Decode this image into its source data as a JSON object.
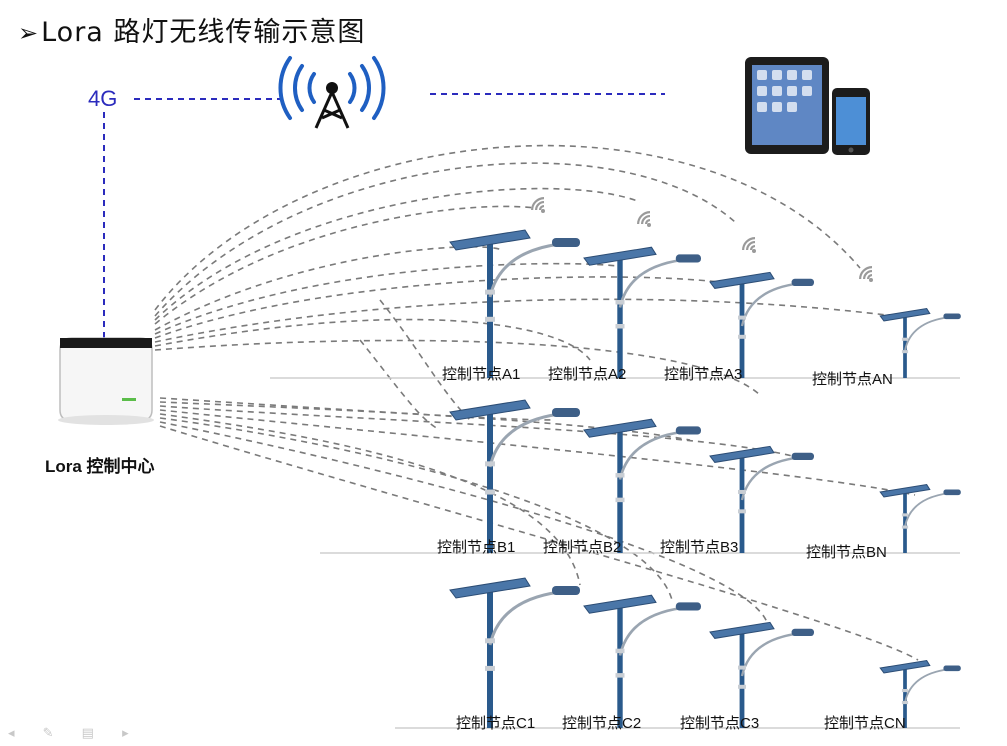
{
  "title": "Lora 路灯无线传输示意图",
  "title_bullet": "➢",
  "network_label": "4G",
  "center_label": "Lora 控制中心",
  "nodes": [
    {
      "label": "控制节点A1"
    },
    {
      "label": "控制节点A2"
    },
    {
      "label": "控制节点A3"
    },
    {
      "label": "控制节点AN"
    },
    {
      "label": "控制节点B1"
    },
    {
      "label": "控制节点B2"
    },
    {
      "label": "控制节点B3"
    },
    {
      "label": "控制节点BN"
    },
    {
      "label": "控制节点C1"
    },
    {
      "label": "控制节点C2"
    },
    {
      "label": "控制节点C3"
    },
    {
      "label": "控制节点CN"
    }
  ],
  "colors": {
    "network_link": "#2b2bbd",
    "lora_link": "#7a7a7a",
    "pole": "#2a5a8c",
    "panel": "#4a76a8",
    "tower": "#1f5fc2"
  },
  "icons": {
    "tower": "radio-tower-icon",
    "devices": "tablet-phone-icon",
    "gateway": "lora-gateway-icon",
    "signal": "wifi-signal-icon"
  }
}
